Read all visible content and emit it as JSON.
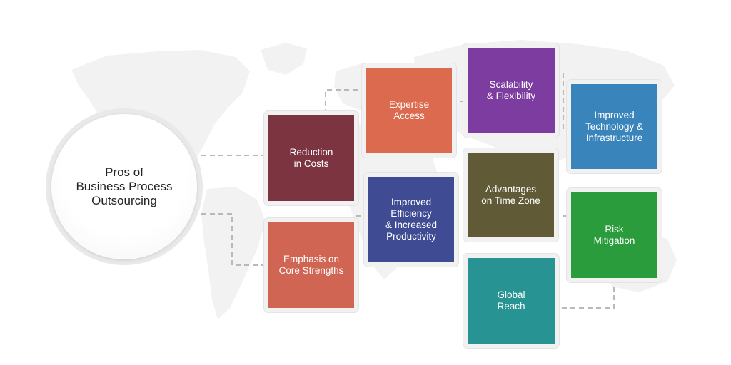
{
  "hub": {
    "title": "Pros of\nBusiness Process\nOutsourcing"
  },
  "benefits": [
    {
      "id": "reduction-in-costs",
      "label": "Reduction\nin Costs",
      "color": "#7b3440"
    },
    {
      "id": "emphasis-on-core-strengths",
      "label": "Emphasis on\nCore Strengths",
      "color": "#cf6552"
    },
    {
      "id": "expertise-access",
      "label": "Expertise\nAccess",
      "color": "#dc6a4e"
    },
    {
      "id": "improved-efficiency",
      "label": "Improved\nEfficiency\n& Increased\nProductivity",
      "color": "#3f4c93"
    },
    {
      "id": "scalability-flexibility",
      "label": "Scalability\n& Flexibility",
      "color": "#7d3da0"
    },
    {
      "id": "advantages-on-time-zone",
      "label": "Advantages\non Time Zone",
      "color": "#605b36"
    },
    {
      "id": "global-reach",
      "label": "Global\nReach",
      "color": "#279393"
    },
    {
      "id": "improved-technology",
      "label": "Improved\nTechnology &\nInfrastructure",
      "color": "#3884bb"
    },
    {
      "id": "risk-mitigation",
      "label": "Risk\nMitigation",
      "color": "#2b9c3c"
    }
  ],
  "colors": {
    "connector": "#b9b9b9",
    "map": "#f2f2f2",
    "tile_border": "#f1f1f1"
  }
}
